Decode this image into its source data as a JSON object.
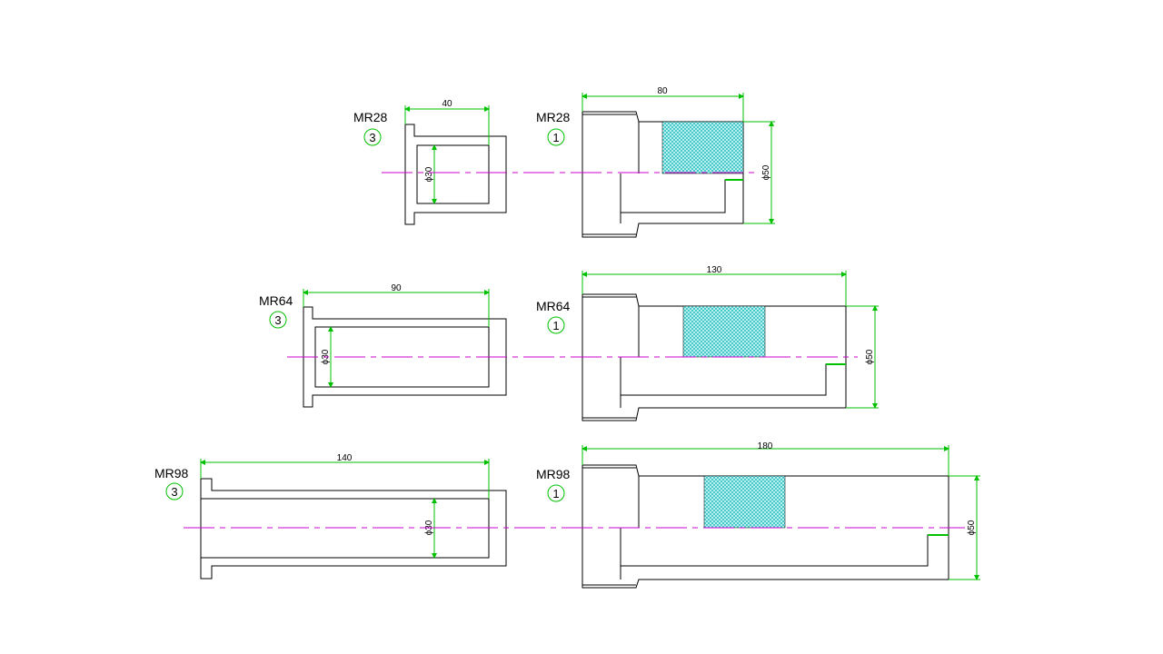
{
  "colors": {
    "outline": "#000000",
    "section_hatch": "#e8003c",
    "centerline": "#cc00cc",
    "dimension": "#00c000",
    "insert_mesh": "#00b3b3"
  },
  "rows": [
    {
      "left": {
        "model": "MR28",
        "item": "3",
        "length": "40",
        "bore": "ϕ30"
      },
      "right": {
        "model": "MR28",
        "item": "1",
        "length": "80",
        "diameter": "ϕ50"
      }
    },
    {
      "left": {
        "model": "MR64",
        "item": "3",
        "length": "90",
        "bore": "ϕ30"
      },
      "right": {
        "model": "MR64",
        "item": "1",
        "length": "130",
        "diameter": "ϕ50"
      }
    },
    {
      "left": {
        "model": "MR98",
        "item": "3",
        "length": "140",
        "bore": "ϕ30"
      },
      "right": {
        "model": "MR98",
        "item": "1",
        "length": "180",
        "diameter": "ϕ50"
      }
    }
  ]
}
